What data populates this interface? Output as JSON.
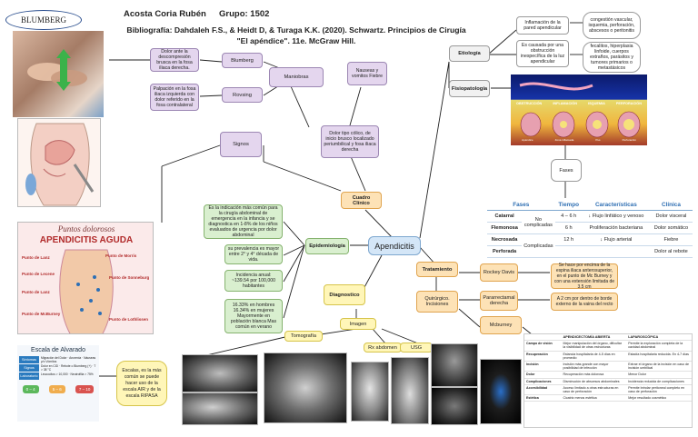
{
  "header": {
    "author": "Acosta Coria Rubén",
    "group": "Grupo: 1502",
    "bibliography": "Bibliografía: Dahdaleh F.S., & Heidt D, & Turaga K.K. (2020). Schwartz. Principios de Cirugía \"El apéndice\". 11e. McGraw Hill."
  },
  "central": {
    "label": "Apendicitis"
  },
  "blumberg_photo": {
    "label": "BLUMBERG"
  },
  "signs": {
    "title": "Signos",
    "maniobras": "Maniobras",
    "blumberg": "Blumberg",
    "rovsing": "Rovsing",
    "blumberg_desc": "Dolor ante la descompresión brusca en la fosa iliaca derecha.",
    "rovsing_desc": "Palpación en la fosa iliaca izquierda con dolor referido en la fosa contralateral",
    "nausea": "Nauseas y vomitos Fiebre",
    "pain": "Dolor tipo cólico, de inicio brusco localizado periumbilical y fosa iliaca derecha"
  },
  "clinical": {
    "title": "Cuadro Clínico"
  },
  "epidemiology": {
    "title": "Epidemiología",
    "fact1": "Es la indicación más común para la cirugía abdominal de emergencia en la infancia y se diagnostica en 1-8% de los niños evaluados de urgencia por dolor abdominal",
    "fact2": "su prevalencia es mayor entre 2° y 4° década de vida.",
    "fact3": "Incidencia anual: ~139.54 por 100,000 habitantes",
    "fact4": "16.33% en hombres 16.34% en mujeres Mayormente en población blanca Mas común en verano"
  },
  "etiology": {
    "title": "Etiología",
    "item1": "Inflamación de la pared apendicular",
    "item2": "Es causada por una obstrucción inespecífica de la luz apendicular",
    "cause1": "congestión vascular, isquemia, perforación, abscesos o peritonitis",
    "cause2": "fecalitos, hiperplasia linfoide, cuerpos extraños, parásitos y tumores primarios o metastásicos"
  },
  "pathophysiology": {
    "title": "Fisiopatología",
    "fases": "Fases",
    "image_labels": [
      "OBSTRUCCIÓN",
      "INFLAMACIÓN",
      "ISQUEMIA",
      "PERFORACIÓN"
    ],
    "image_captions": [
      "Apéndice",
      "Zona inflamada",
      "Pus",
      "Perforación"
    ]
  },
  "phases_table": {
    "headers": [
      "Fases",
      "Tiempo",
      "Características",
      "Clínica"
    ],
    "rows": [
      {
        "fase": "Catarral",
        "tiempo": "4 – 6 h",
        "car": "↓ Flujo linfático y venoso",
        "clin": "Dolor visceral"
      },
      {
        "fase": "Flemonosa",
        "tiempo": "6 h",
        "car": "Proliferación bacteriana",
        "clin": "Dolor somático"
      },
      {
        "fase": "Necrosada",
        "tiempo": "12 h",
        "car": "↓ Flujo arterial",
        "clin": "Fiebre"
      },
      {
        "fase": "Perforada",
        "tiempo": "",
        "car": "",
        "clin": "Dolor al rebote"
      }
    ],
    "group_no": "No complicadas",
    "group_yes": "Complicadas"
  },
  "treatment": {
    "title": "Tratamiento",
    "surgical": "Quirúrgico. Incisiones",
    "rockey": "Rockey Davis",
    "rockey_desc": "Se hace por encima de la espina iliaca anterosuperior, en el punto de Mc Burney y con una extensión limitada de 3.5 cm",
    "pararectal": "Pararrectamal derecha",
    "pararectal_desc": "A 2 cm por dentro de borde externo de la vaina del recto",
    "mcburney": "Mcburney"
  },
  "diagnosis": {
    "title": "Diagnostico",
    "imagen": "Imagen",
    "tomografia": "Tomografía",
    "rx": "Rx abdomen",
    "usg": "USG",
    "alvarado_desc": "Escalas, es la más común se puede hacer uso de la escala AIR y de la escala RIPASA"
  },
  "points_poster": {
    "title_small": "Puntos dolorosos",
    "title_big": "APENDICITIS AGUDA",
    "points": [
      "Punto de Morris",
      "Punto de Lanz",
      "Punto de Lecene",
      "Punto de Sonneburg",
      "Punto de Lanz",
      "Punto de McBurney",
      "Punto de Lothlissen"
    ]
  },
  "alvarado": {
    "title": "Escala de Alvarado",
    "rows": [
      {
        "cat": "Síntomas",
        "items": "Migración del Dolor · Anorexia · Náuseas y/o Vómitos"
      },
      {
        "cat": "Signos",
        "items": "Dolor en CID · Rebote o Blumberg (+) · T > 38 °C"
      },
      {
        "cat": "Laboratorio",
        "items": "Leucocitos > 10,000 · Neutrofilia > 75%"
      }
    ],
    "scores": [
      "0 – 4",
      "5 – 6",
      "7 – 10"
    ]
  },
  "comparison_table": {
    "headers": [
      "",
      "Apendicectomía abierta",
      "Laparoscópica"
    ],
    "rows": [
      [
        "Campo de visión",
        "Mejor manipulación del órgano, dificultar la visibilidad de otras estructuras",
        "Permite la exploración completa de la cavidad abdominal"
      ],
      [
        "Recuperación",
        "Estancia hospitalaria de 4-5 días en promedio",
        "Estadía hospitalaria reducida. En 4-7 días"
      ],
      [
        "Incisión",
        "Incisión más grande con mayor posibilidad de infección",
        "Extrae el órgano de la incisión en caso de incisión umbilical"
      ],
      [
        "Dolor",
        "Recuperación más dolorosa",
        "Menor Dolor"
      ],
      [
        "Complicaciones",
        "Disminución de abscesos abdominales",
        "Incidencia reducida de complicaciones"
      ],
      [
        "Accesibilidad",
        "Acceso limitado a otras estructuras en caso de perforación",
        "Permite brindar peritoneal completo en caso de perforación"
      ],
      [
        "Estética",
        "Cicatriz menos estética",
        "Mejor resultado cosmético"
      ]
    ]
  }
}
